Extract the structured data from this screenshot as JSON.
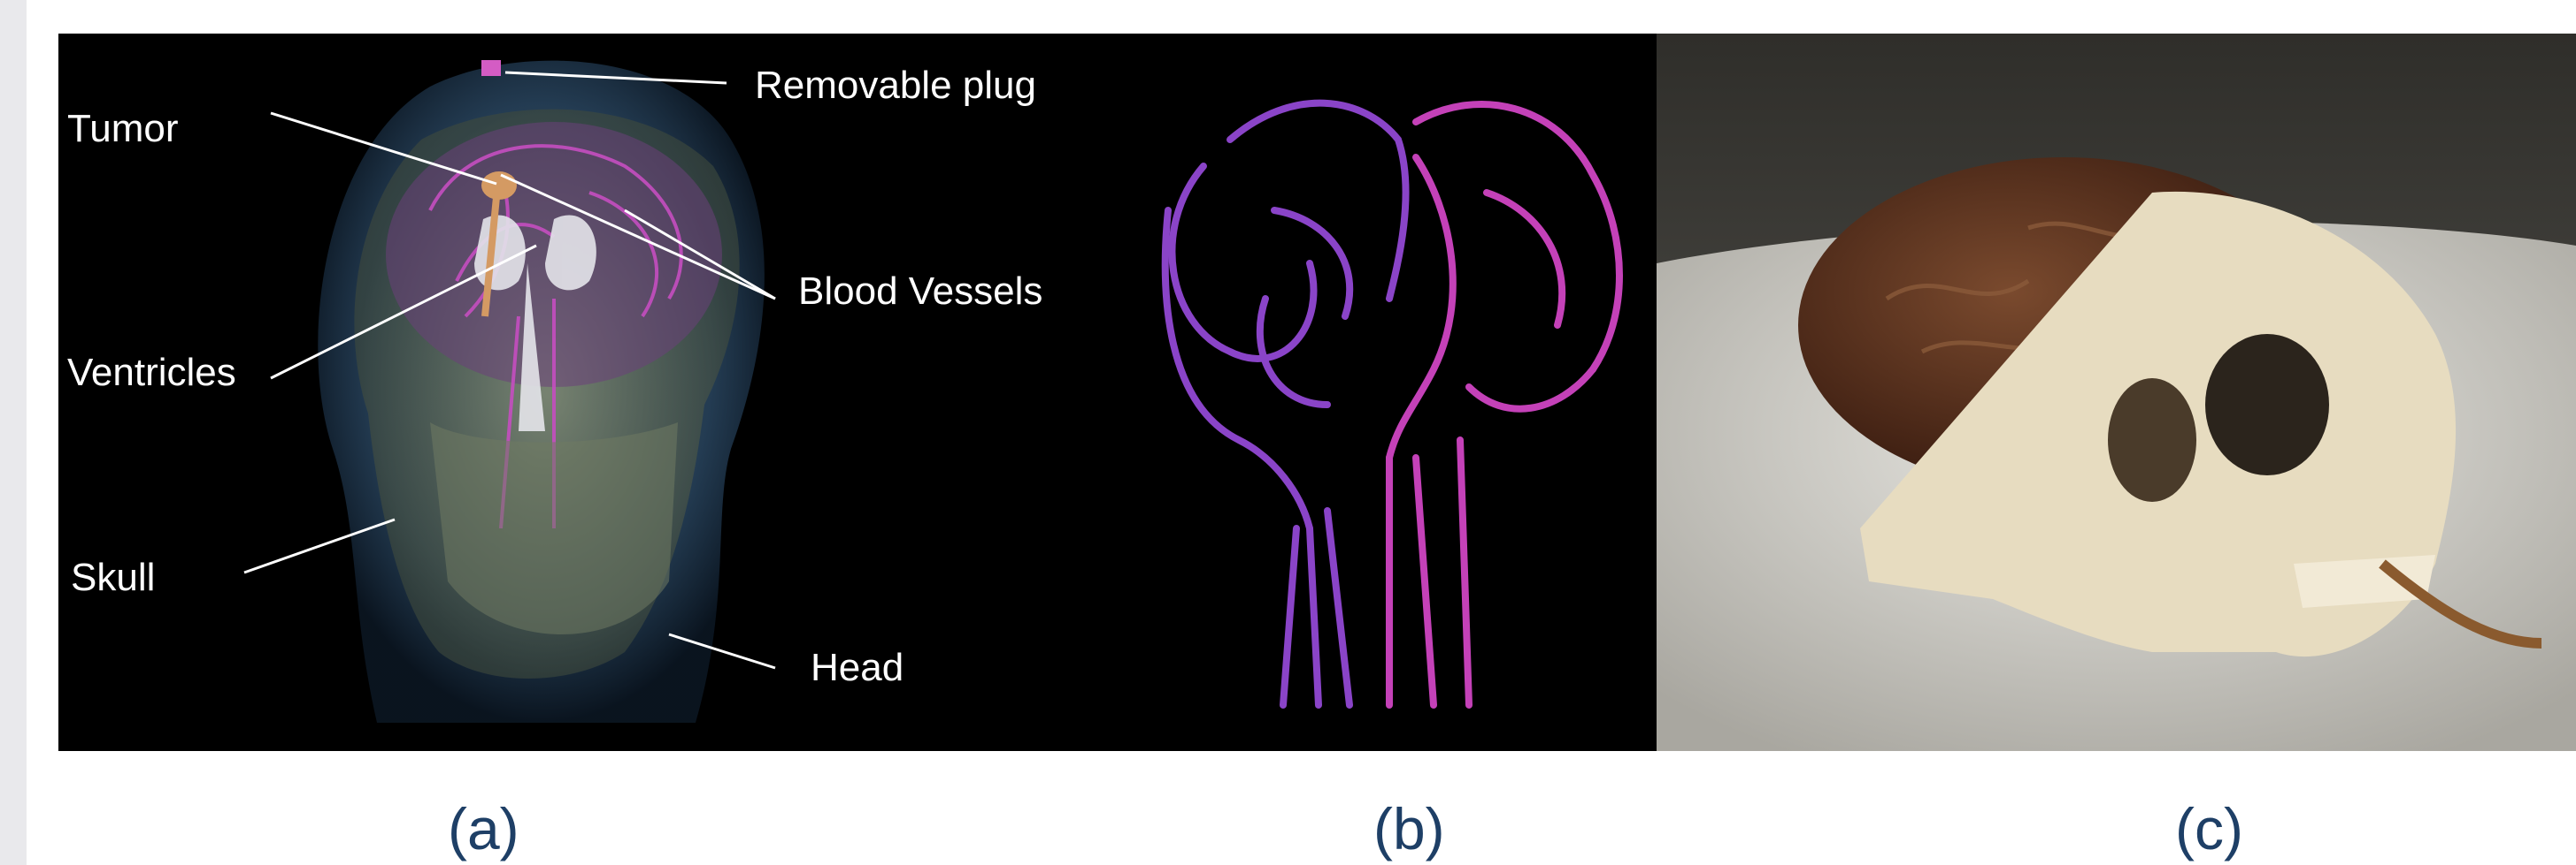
{
  "panel_a": {
    "labels": {
      "removable_plug": "Removable plug",
      "tumor": "Tumor",
      "blood_vessels": "Blood Vessels",
      "ventricles": "Ventricles",
      "skull": "Skull",
      "head": "Head"
    }
  },
  "captions": {
    "a": "(a)",
    "b": "(b)",
    "c": "(c)"
  }
}
